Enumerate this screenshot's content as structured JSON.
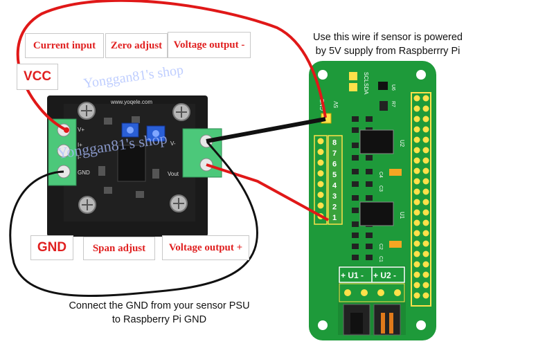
{
  "labels": {
    "current_input": "Current input",
    "zero_adjust": "Zero adjust",
    "voltage_output_neg": "Voltage output -",
    "vcc": "VCC",
    "gnd": "GND",
    "span_adjust": "Span adjust",
    "voltage_output_pos": "Voltage output +"
  },
  "notes": {
    "top_line1": "Use this wire if sensor is powered",
    "top_line2": "by 5V supply from Raspberrry Pi",
    "bottom_line1": "Connect the GND from your sensor PSU",
    "bottom_line2": "to Raspberry Pi GND"
  },
  "watermark": "Yonggan81's shop",
  "pcb": {
    "ic_u1": "U1",
    "ic_u2": "U2",
    "u6": "U6",
    "pins_label_sda": "SDA",
    "pins_label_scl": "SCL",
    "pins_gnd": "GND",
    "pins_5v": "5V",
    "channels": [
      "1",
      "2",
      "3",
      "4",
      "5",
      "6",
      "7",
      "8"
    ],
    "u1_terminal": "+ U1 -",
    "u2_terminal": "+ U2 -",
    "caps": [
      "C1",
      "C2",
      "C3",
      "C4"
    ],
    "r7": "R7"
  },
  "module": {
    "site": "www.yoqele.com",
    "left_pins": [
      "V+",
      "I+",
      "I-",
      "GND"
    ],
    "right_pins": [
      "V-",
      "Vout"
    ]
  },
  "colors": {
    "wire_red": "#e01818",
    "wire_black": "#111111",
    "pcb_green": "#1e9a3a",
    "module_black": "#1a1a1a",
    "terminal_green": "#4cc87a",
    "label_red": "#e02020"
  }
}
